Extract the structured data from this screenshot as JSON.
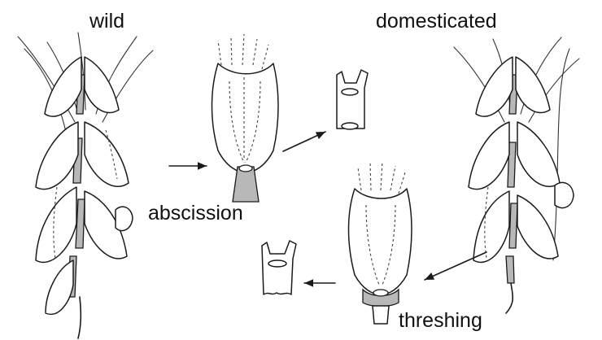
{
  "labels": {
    "wild": "wild",
    "domesticated": "domesticated",
    "abscission": "abscission",
    "threshing": "threshing"
  },
  "colors": {
    "ink": "#1a1a1a",
    "rachis_fill": "#b8b8b8",
    "background": "#ffffff"
  }
}
